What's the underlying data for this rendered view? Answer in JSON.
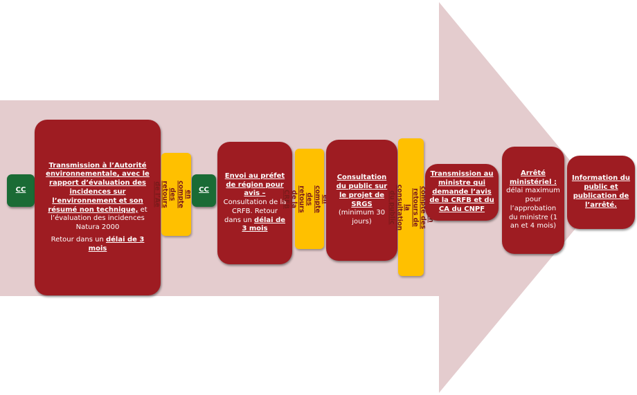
{
  "steps": [
    {
      "title": "Transmission  à l’Autorité environnementale, avec le rapport d’évaluation des incidences sur l’environnement et son résumé non technique,",
      "rest": " et l’évaluation des incidences Natura 2000",
      "delay_prefix": "Retour dans un ",
      "delay": "délai de 3 mois"
    },
    {
      "title": "Envoi au préfet de région pour avis –",
      "rest": " Consultation de la CRFB. Retour dans un ",
      "delay": "délai de 3 mois"
    },
    {
      "title": "Consultation du public sur le projet de SRGS",
      "rest": "(minimum 30 jours)"
    },
    {
      "title": "Transmission au ministre  qui demande l’avis de la CRFB et du CA du CNPF"
    },
    {
      "title": "Arrêté ministériel :",
      "rest": "délai maximum pour l’approbation du ministre (1 an et 4 mois)"
    },
    {
      "title": "Information du public et publication de l’arrêté."
    }
  ],
  "cc_label": "CC",
  "feedback": [
    "Prise en compte des\nretours de l’Ae",
    "Prise en compte des\nretours de la CRFB",
    "Prise en compte des retours de la\nconsultation du public"
  ],
  "colors": {
    "arrow": "#e4ccce",
    "step": "#9e1c22",
    "cc": "#1a6b35",
    "feedback": "#ffc000"
  }
}
